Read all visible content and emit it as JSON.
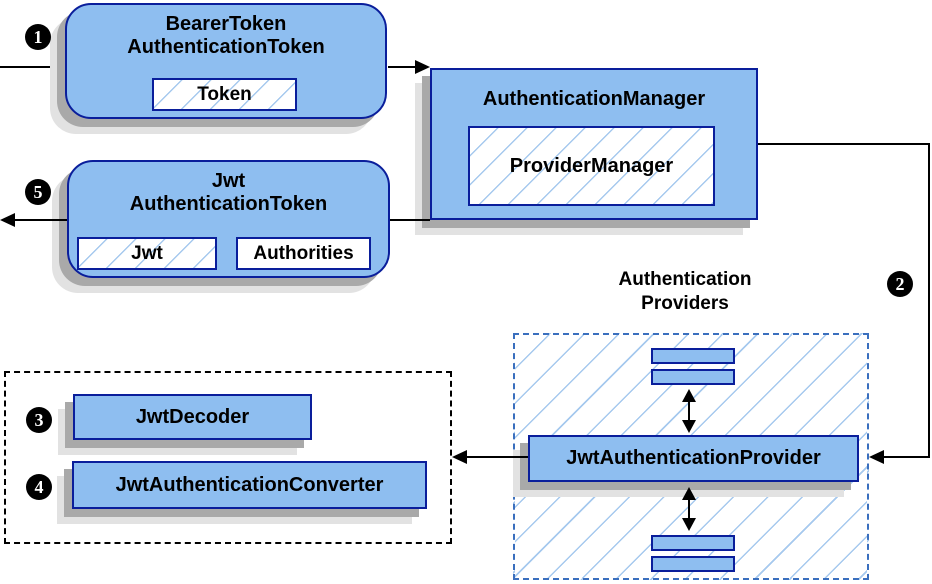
{
  "nodes": {
    "bearer_token": {
      "title_line1": "BearerToken",
      "title_line2": "AuthenticationToken",
      "member_token": "Token"
    },
    "authentication_manager": {
      "title": "AuthenticationManager",
      "member_provider_manager": "ProviderManager"
    },
    "jwt_authentication_token": {
      "title_line1": "Jwt",
      "title_line2": "AuthenticationToken",
      "member_jwt": "Jwt",
      "member_authorities": "Authorities"
    },
    "providers_group": {
      "label_line1": "Authentication",
      "label_line2": "Providers",
      "provider": "JwtAuthenticationProvider"
    },
    "decoder_group": {
      "decoder": "JwtDecoder",
      "converter": "JwtAuthenticationConverter"
    }
  },
  "steps": {
    "s1": "1",
    "s2": "2",
    "s3": "3",
    "s4": "4",
    "s5": "5"
  },
  "colors": {
    "node_fill": "#8EBEF0",
    "node_border": "#0A1E9B",
    "hatch_line": "#A6C9EE",
    "providers_dash_border": "#3A6FBE",
    "decoder_dash_border": "#000000",
    "connector": "#000000",
    "shadow_dark": "#A9A9A9",
    "shadow_light": "#E2E2E2",
    "badge_bg": "#000000",
    "badge_text": "#FFFFFF"
  }
}
